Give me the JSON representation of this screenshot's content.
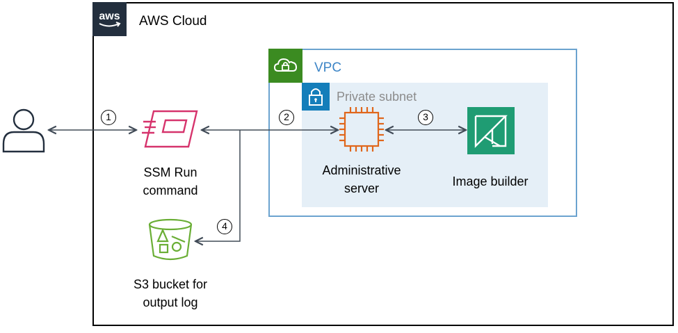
{
  "cloud": {
    "title": "AWS Cloud",
    "logo_text": "aws"
  },
  "vpc": {
    "title": "VPC"
  },
  "subnet": {
    "title": "Private subnet"
  },
  "nodes": {
    "ssm": {
      "line1": "SSM Run",
      "line2": "command"
    },
    "admin": {
      "line1": "Administrative",
      "line2": "server"
    },
    "builder": {
      "line1": "Image builder"
    },
    "s3": {
      "line1": "S3 bucket for",
      "line2": "output log"
    }
  },
  "steps": [
    "1",
    "2",
    "3",
    "4"
  ],
  "colors": {
    "vpc_border": "#6ba3cf",
    "vpc_badge": "#3b8b21",
    "subnet_fill": "#e5eff7",
    "subnet_badge": "#147eba",
    "ssm_icon": "#d6336c",
    "ec2_icon": "#e0661b",
    "s3_icon": "#6aae35",
    "builder_icon": "#1f9c73"
  }
}
